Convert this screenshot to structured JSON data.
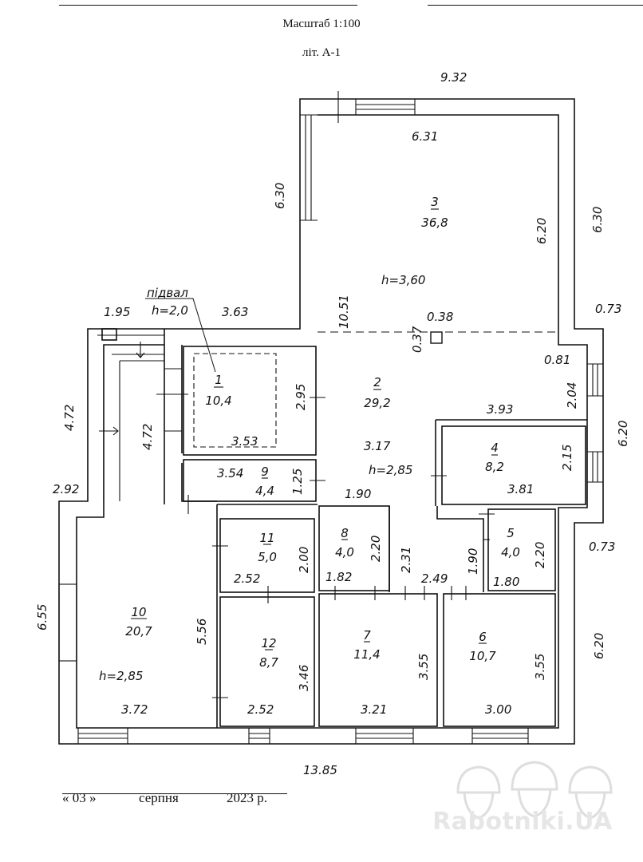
{
  "header": {
    "scale": "Масштаб 1:100",
    "liter": "літ. А-1"
  },
  "date": {
    "day": "« 03 »",
    "month": "серпня",
    "year": "2023 р."
  },
  "rooms": [
    {
      "id": "room-1",
      "num": "1",
      "area": "10,4"
    },
    {
      "id": "room-2",
      "num": "2",
      "area": "29,2"
    },
    {
      "id": "room-3",
      "num": "3",
      "area": "36,8"
    },
    {
      "id": "room-4",
      "num": "4",
      "area": "8,2"
    },
    {
      "id": "room-5",
      "num": "5",
      "area": "4,0"
    },
    {
      "id": "room-6",
      "num": "6",
      "area": "10,7"
    },
    {
      "id": "room-7",
      "num": "7",
      "area": "11,4"
    },
    {
      "id": "room-8",
      "num": "8",
      "area": "4,0"
    },
    {
      "id": "room-9",
      "num": "9",
      "area": "4,4"
    },
    {
      "id": "room-10",
      "num": "10",
      "area": "20,7"
    },
    {
      "id": "room-11",
      "num": "11",
      "area": "5,0"
    },
    {
      "id": "room-12",
      "num": "12",
      "area": "8,7"
    }
  ],
  "labels": {
    "basement": "підвал",
    "basement_height": "h=2,0",
    "height_main": "h=3,60",
    "height_hall": "h=2,85",
    "height_room10": "h=2,85"
  },
  "dimensions": {
    "top_total": "9.32",
    "bottom_total": "13.85",
    "r3_top": "6.31",
    "r3_height": "6.20",
    "left_upper": "6.30",
    "right_upper": "6.30",
    "mid_height": "10.51",
    "pillar_a": "0.37",
    "pillar_b": "0.38",
    "offset_right": "0.73",
    "offset_right_2": "0.81",
    "window_right": "2.04",
    "right_mid": "6.20",
    "r4_top": "3.93",
    "r4_side": "2.15",
    "r4_bottom": "3.81",
    "offset_right_3": "0.73",
    "right_lower": "6.20",
    "porch_width": "1.95",
    "ext_width": "3.63",
    "porch_len": "4.72",
    "porch_inner": "4.72",
    "porch_bottom": "2.92",
    "r1_side": "2.95",
    "r1_bottom": "3.53",
    "hall_width": "3.17",
    "r9_width": "3.54",
    "r9_side": "1.25",
    "hall_bottom": "1.90",
    "r10_height": "6.55",
    "r10_inner": "5.56",
    "r10_bottom": "3.72",
    "r11_side": "2.00",
    "r11_bottom": "2.52",
    "r8_side": "2.20",
    "r8_bottom": "1.82",
    "corr_side": "2.31",
    "corr_bottom": "2.49",
    "corr_side_2": "1.90",
    "r5_side": "2.20",
    "r5_bottom": "1.80",
    "r12_side": "3.46",
    "r12_bottom": "2.52",
    "r7_side": "3.55",
    "r7_bottom": "3.21",
    "r6_side": "3.55",
    "r6_bottom": "3.00"
  },
  "watermark": {
    "text": "Rabotniki.UA"
  }
}
